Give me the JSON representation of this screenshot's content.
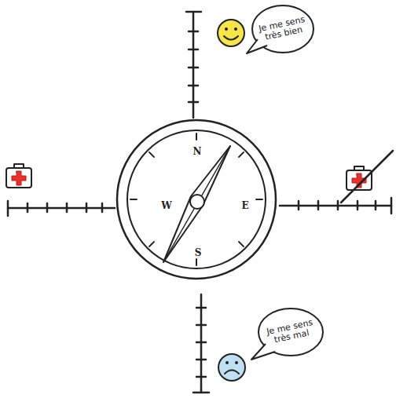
{
  "diagram": {
    "nodes": [
      {
        "text": [
          "Je me sens très bien"
        ]
      },
      {
        "text": [
          "Je me sens très mal"
        ]
      }
    ],
    "labels": [
      "N",
      "W",
      "E",
      "S"
    ]
  }
}
